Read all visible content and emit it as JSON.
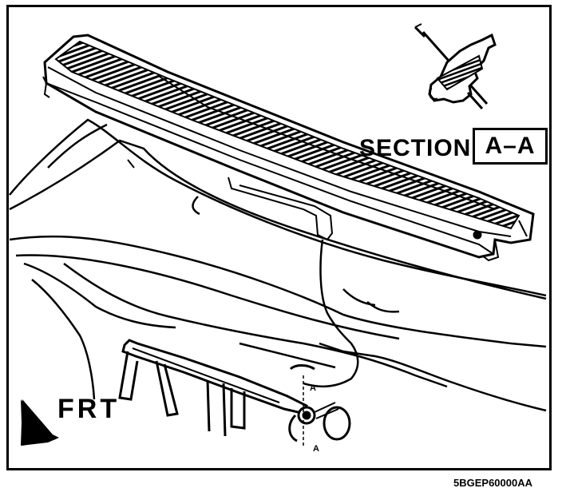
{
  "section": {
    "label": "SECTION",
    "box": "A–A"
  },
  "direction": {
    "label": "FRT"
  },
  "cut_markers": {
    "top": "A",
    "bottom": "A"
  },
  "reference_code": "5BGEP60000AA",
  "icons": [
    "front-arrow-icon",
    "clip-detail-icon"
  ]
}
